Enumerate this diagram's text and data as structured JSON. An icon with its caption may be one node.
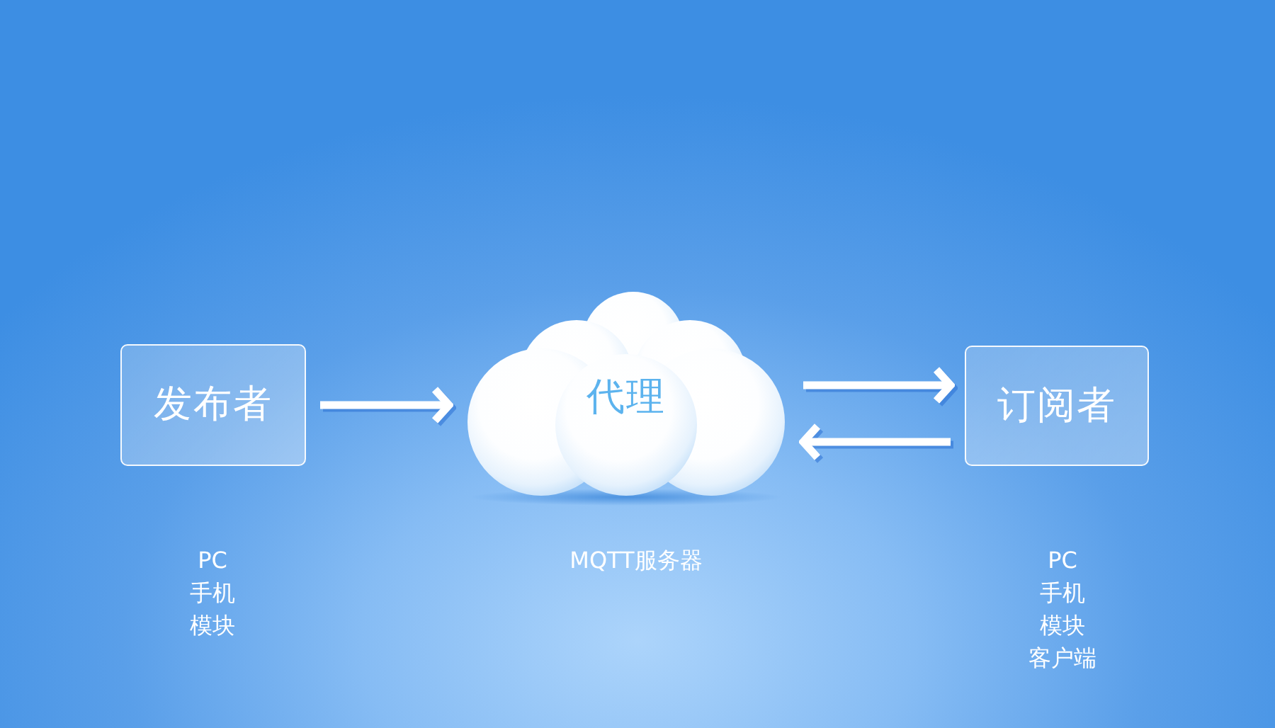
{
  "diagram": {
    "nodes": [
      {
        "text": [
          "发布者"
        ],
        "beside": [
          "PC",
          "手机",
          "模块"
        ]
      },
      {
        "text": [
          "代理"
        ],
        "beside": [
          "MQTT服务器"
        ]
      },
      {
        "text": [
          "订阅者"
        ],
        "beside": [
          "PC",
          "手机",
          "模块",
          "客户端"
        ]
      }
    ],
    "edges": [
      {
        "from": 0,
        "to": 1,
        "arrow": "to"
      },
      {
        "from": 1,
        "to": 2,
        "arrow": "to"
      },
      {
        "from": 2,
        "to": 1,
        "arrow": "to"
      }
    ]
  }
}
